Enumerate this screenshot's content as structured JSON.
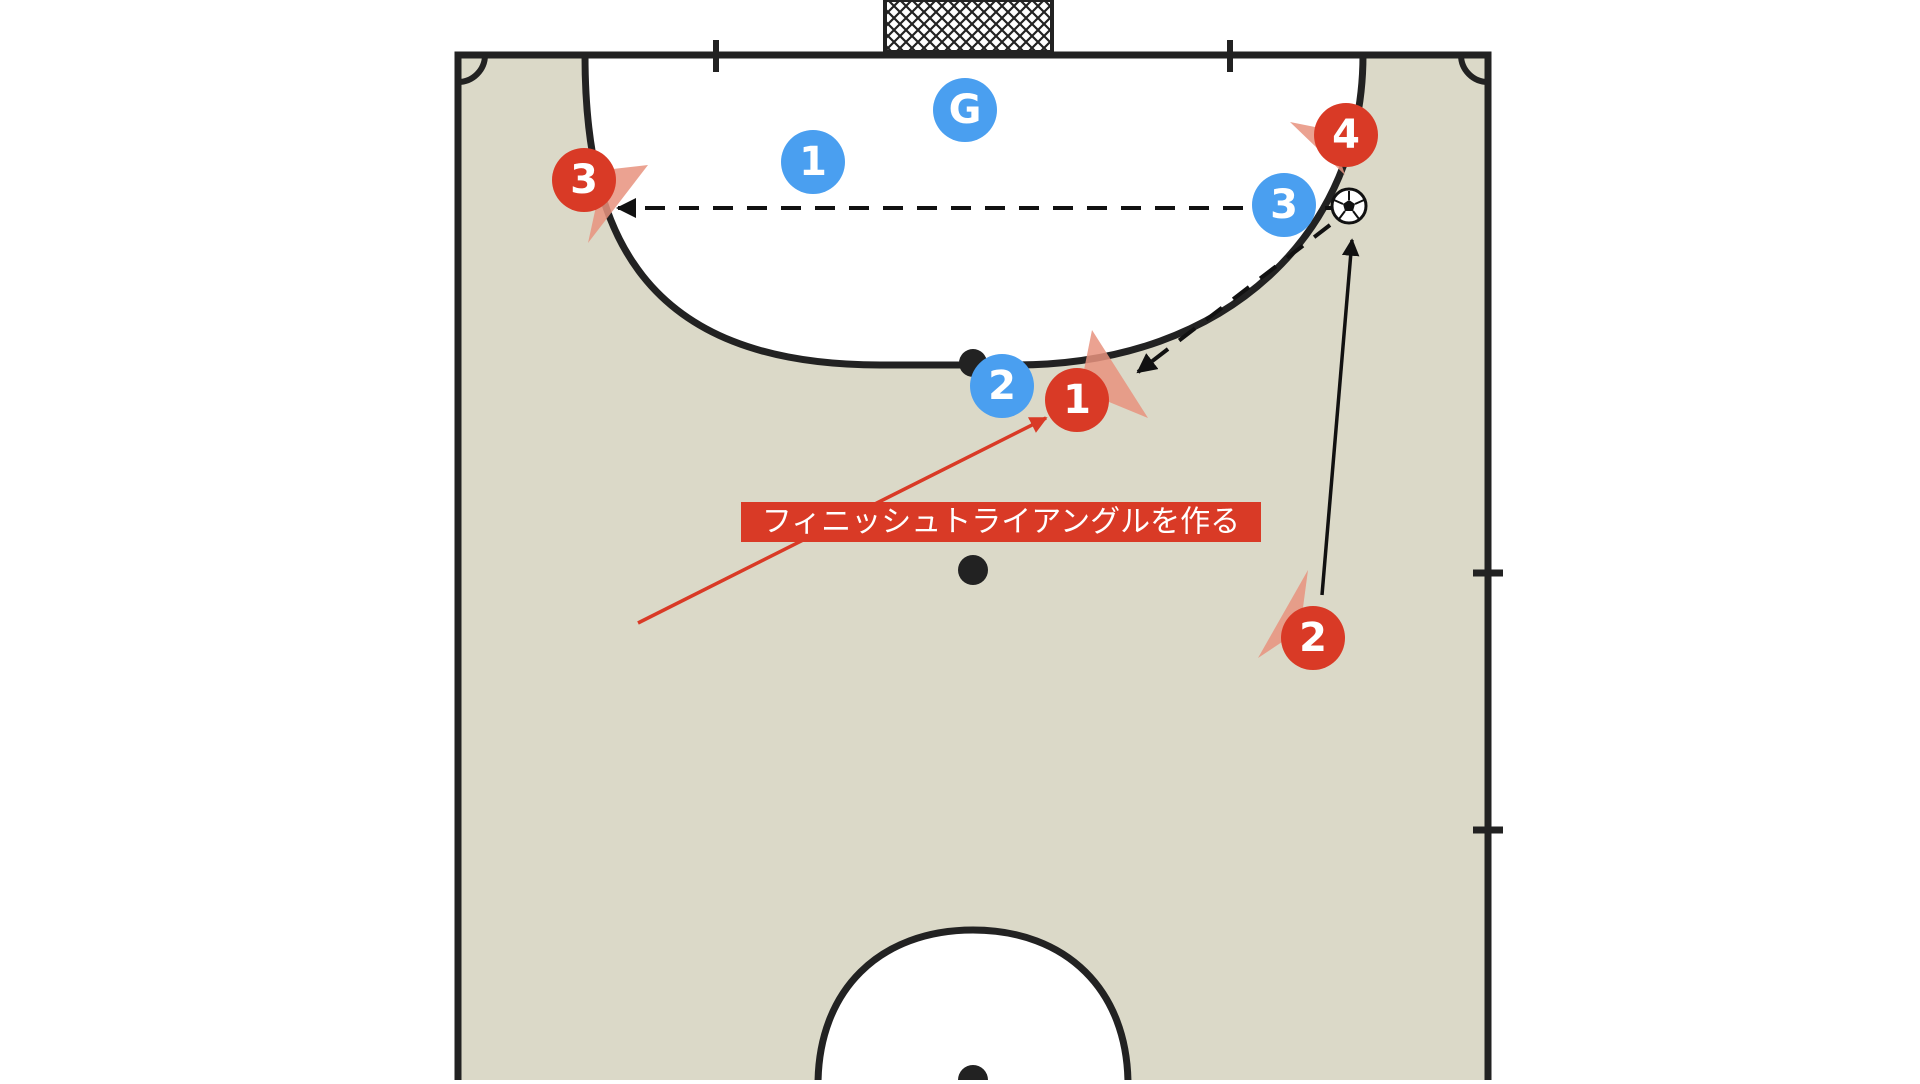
{
  "colors": {
    "court_fill": "#dbd9c8",
    "line": "#222222",
    "area_fill": "#ffffff",
    "attacker": "#d93a26",
    "defender": "#4a9ff0",
    "attacker_shadow": "#e8927e",
    "annotation_bg": "#d93a26"
  },
  "annotation": {
    "text": "フィニッシュトライアングルを作る"
  },
  "attackers": [
    {
      "id": "attacker-1",
      "label": "1"
    },
    {
      "id": "attacker-2",
      "label": "2"
    },
    {
      "id": "attacker-3",
      "label": "3"
    },
    {
      "id": "attacker-4",
      "label": "4"
    }
  ],
  "defenders": [
    {
      "id": "defender-goalkeeper",
      "label": "G"
    },
    {
      "id": "defender-1",
      "label": "1"
    },
    {
      "id": "defender-2",
      "label": "2"
    },
    {
      "id": "defender-3",
      "label": "3"
    }
  ],
  "icons": {
    "ball": "soccer-ball-icon",
    "goal": "goal-net-icon"
  }
}
